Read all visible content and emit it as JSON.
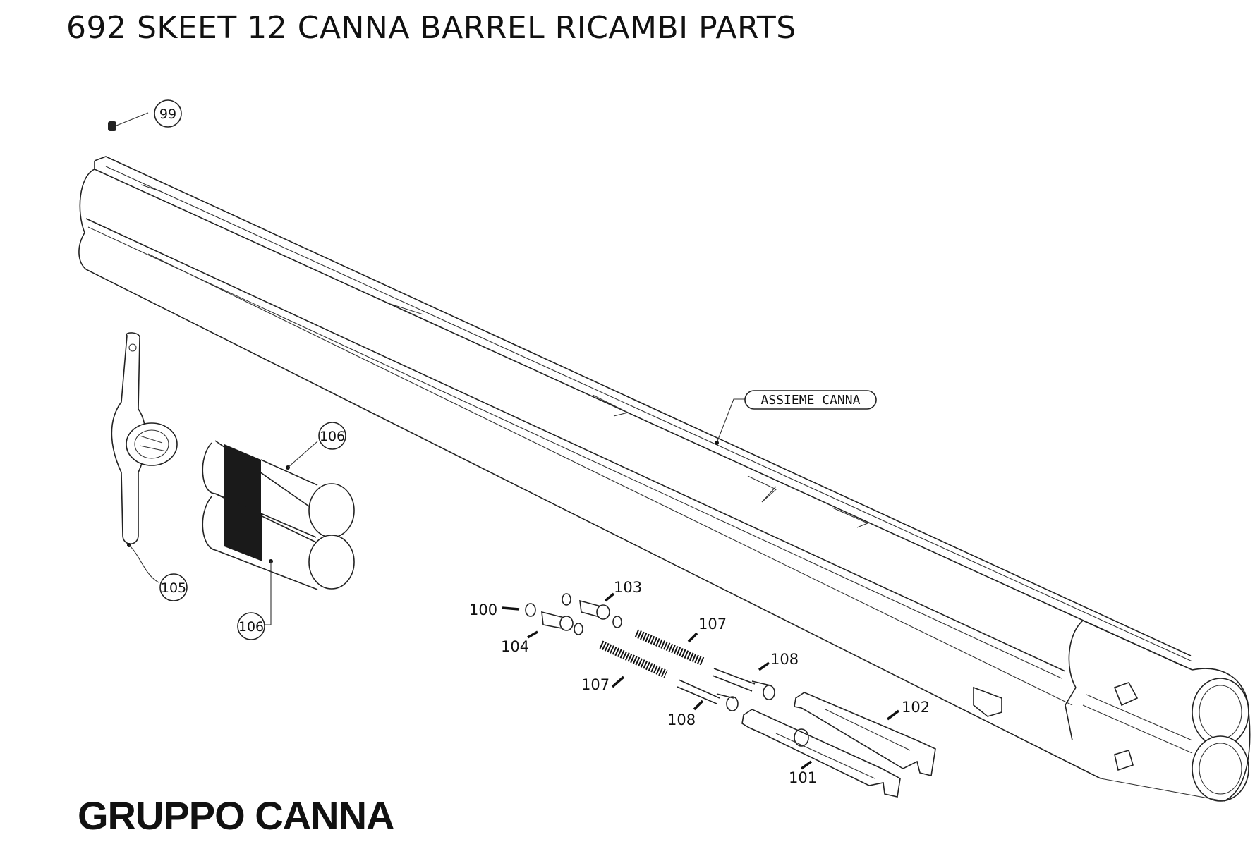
{
  "header": {
    "title": "692 SKEET 12 CANNA BARREL RICAMBI PARTS"
  },
  "footer": {
    "group_title": "GRUPPO CANNA"
  },
  "diagram": {
    "assembly_label": "ASSIEME CANNA",
    "parts": {
      "p99": "99",
      "p100": "100",
      "p101": "101",
      "p102": "102",
      "p103": "103",
      "p104": "104",
      "p105": "105",
      "p106a": "106",
      "p106b": "106",
      "p107a": "107",
      "p107b": "107",
      "p108a": "108",
      "p108b": "108"
    }
  }
}
